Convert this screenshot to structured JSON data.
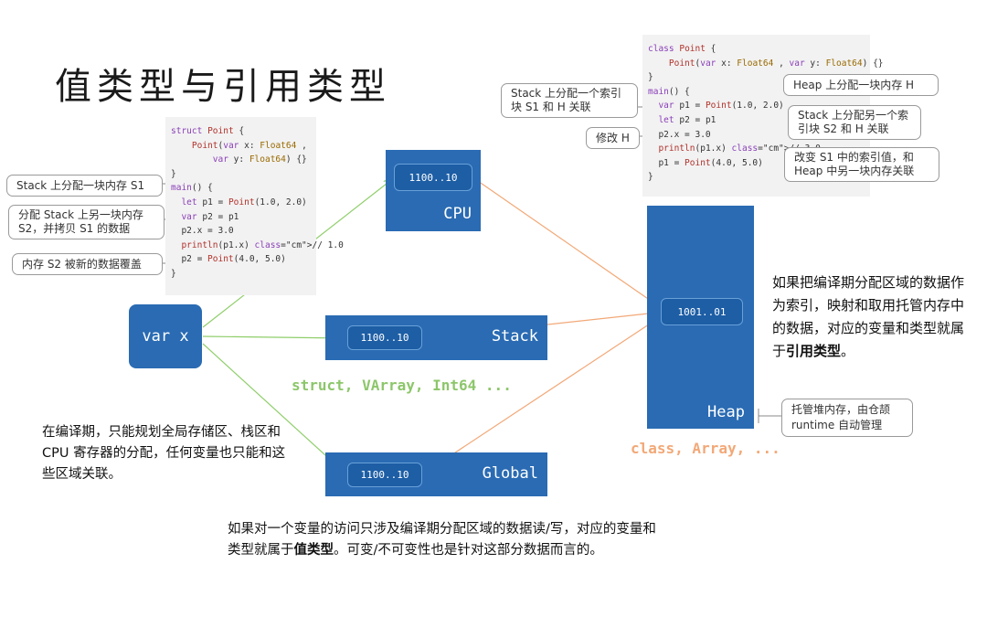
{
  "title": "值类型与引用类型",
  "colors": {
    "block": "#2a6bb3",
    "green_arrow": "#8fce6a",
    "orange_arrow": "#f2a877",
    "green_text": "#8cc66a",
    "orange_text": "#f2a877"
  },
  "left_code": [
    "struct Point {",
    "    Point(var x: Float64 ,",
    "        var y: Float64) {}",
    "}",
    "main() {",
    "  let p1 = Point(1.0, 2.0)",
    "  var p2 = p1",
    "  p2.x = 3.0",
    "  println(p1.x) // 1.0",
    "  p2 = Point(4.0, 5.0)",
    "}"
  ],
  "left_callouts": [
    "Stack 上分配一块内存 S1",
    "分配 Stack 上另一块内存 S2，并拷贝 S1 的数据",
    "内存 S2 被新的数据覆盖"
  ],
  "right_code": [
    "class Point {",
    "    Point(var x: Float64 , var y: Float64) {}",
    "}",
    "main() {",
    "  var p1 = Point(1.0, 2.0)",
    "  let p2 = p1",
    "  p2.x = 3.0",
    "  println(p1.x) // 3.0",
    "  p1 = Point(4.0, 5.0)",
    "}"
  ],
  "right_callouts": [
    "Stack 上分配一个索引块 S1 和 H 关联",
    "Heap 上分配一块内存 H",
    "Stack 上分配另一个索引块 S2 和 H 关联",
    "修改 H",
    "改变 S1 中的索引值，和 Heap 中另一块内存关联"
  ],
  "blocks": {
    "cpu": {
      "label": "CPU",
      "cell": "1100..10"
    },
    "stack": {
      "label": "Stack",
      "cell": "1100..10"
    },
    "global": {
      "label": "Global",
      "cell": "1100..10"
    },
    "heap": {
      "label": "Heap",
      "cell": "1001..01"
    }
  },
  "var_x": "var x",
  "value_types": "struct, VArray, Int64 ...",
  "ref_types": "class, Array, ...",
  "heap_note": "托管堆内存，由仓颉 runtime 自动管理",
  "para_compile": "在编译期，只能规划全局存储区、栈区和 CPU 寄存器的分配，任何变量也只能和这些区域关联。",
  "para_ref": {
    "text": "如果把编译期分配区域的数据作为索引，映射和取用托管内存中的数据，对应的变量和类型就属于",
    "bold": "引用类型",
    "end": "。"
  },
  "para_value": {
    "text": "如果对一个变量的访问只涉及编译期分配区域的数据读/写，对应的变量和类型就属于",
    "bold": "值类型",
    "end": "。可变/不可变性也是针对这部分数据而言的。"
  }
}
